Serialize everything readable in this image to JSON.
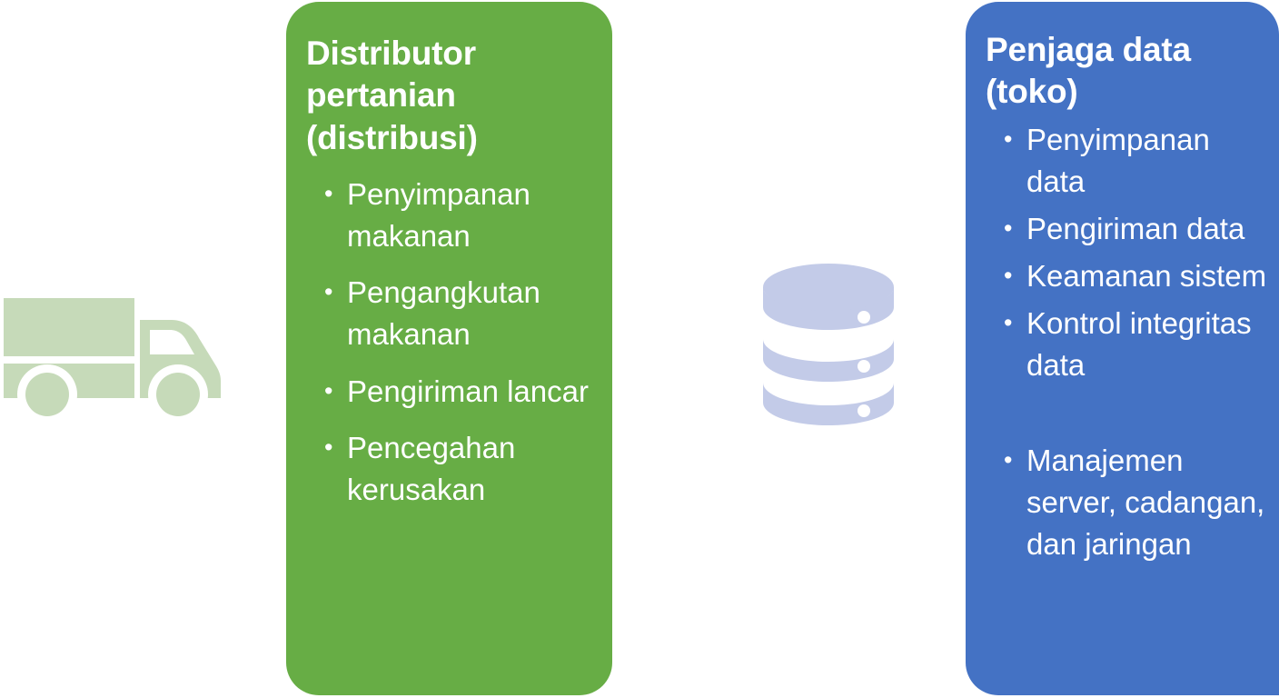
{
  "diagram": {
    "type": "two-column-comparison",
    "background_color": "#FFFFFF"
  },
  "icons": {
    "truck": {
      "name": "truck-icon",
      "color": "#C6DAB9",
      "meaning": "delivery truck representing agricultural distribution"
    },
    "database": {
      "name": "database-icon",
      "color": "#C3CBE8",
      "meaning": "stacked database cylinder representing data storage",
      "segments": 3
    }
  },
  "cards": {
    "green": {
      "name": "distributor-card",
      "color": "#67AD45",
      "text_color": "#FFFFFF",
      "title": "Distributor pertanian (distribusi)",
      "bullets": [
        "Penyimpanan makanan",
        "Pengangkutan makanan",
        "Pengiriman lancar",
        "Pencegahan kerusakan"
      ]
    },
    "blue": {
      "name": "data-keeper-card",
      "color": "#4472C4",
      "text_color": "#FFFFFF",
      "title": "Penjaga data (toko)",
      "bullets": [
        "Penyimpanan data",
        "Pengiriman data",
        "Keamanan sistem",
        "Kontrol integritas data",
        "",
        "Manajemen server, cadangan, dan jaringan"
      ]
    }
  }
}
